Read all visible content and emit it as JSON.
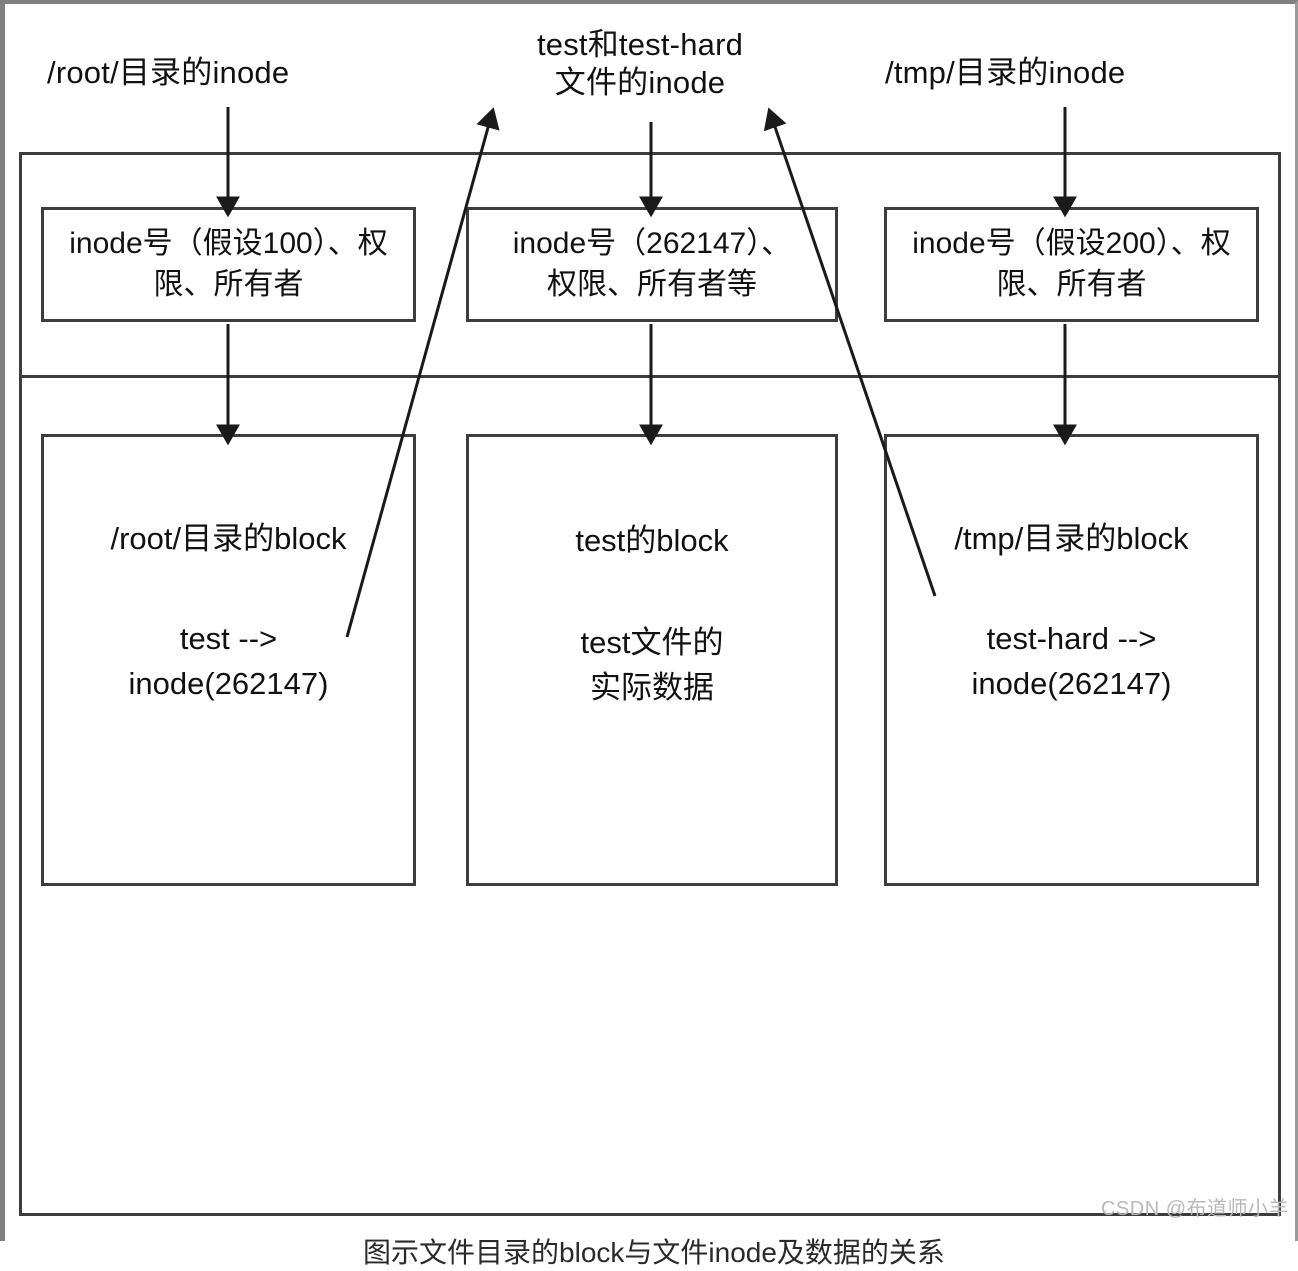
{
  "diagram": {
    "title_captions": {
      "root_inode": "/root/目录的inode",
      "file_inode": "test和test-hard\n文件的inode",
      "tmp_inode": "/tmp/目录的inode"
    },
    "inode_row": [
      {
        "id": "root-inode",
        "text": "inode号（假设100）、权限、所有者"
      },
      {
        "id": "file-inode",
        "text": "inode号（262147）、\n权限、所有者等"
      },
      {
        "id": "tmp-inode",
        "text": "inode号（假设200）、权限、所有者"
      }
    ],
    "block_row": [
      {
        "id": "root-block",
        "title": "/root/目录的block",
        "body": "test -->\ninode(262147)"
      },
      {
        "id": "file-block",
        "title": "test的block",
        "body": "test文件的\n实际数据"
      },
      {
        "id": "tmp-block",
        "title": "/tmp/目录的block",
        "body": "test-hard -->\ninode(262147)"
      }
    ],
    "colors": {
      "line": "#3d3d3d",
      "arrow": "#1a1a1a",
      "text": "#111111",
      "page_border": "#808080",
      "watermark": "#b9b9b9"
    }
  },
  "watermark": {
    "text": "CSDN @布道师小羊"
  },
  "clipped_caption": {
    "text": "图示文件目录的block与文件inode及数据的关系"
  }
}
